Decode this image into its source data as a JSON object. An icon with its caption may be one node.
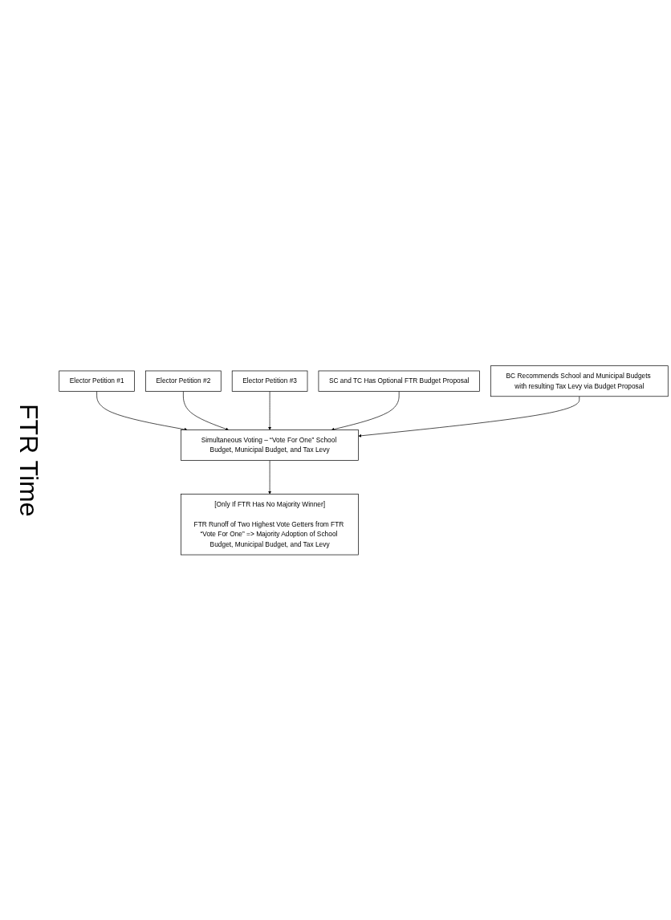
{
  "diagram": {
    "nodes": [
      {
        "text": [
          "BC Recommends School and Municipal Budgets with resulting Tax Levy via Budget Proposal"
        ]
      },
      {
        "text": [
          "SC and TC Has Optional FTR Budget Proposal"
        ]
      },
      {
        "text": [
          "Elector Petition #1"
        ]
      },
      {
        "text": [
          "Elector Petition #2"
        ]
      },
      {
        "text": [
          "Elector Petition #3"
        ]
      },
      {
        "text": [
          "Simultaneous Voting – “Vote For One” School Budget, Municipal Budget, and Tax Levy"
        ]
      },
      {
        "text": [
          "[Only If FTR Has No Majority Winner]",
          "FTR Runoff of Two Highest Vote Getters from FTR “Vote For One” => Majority Adoption of School Budget, Municipal Budget, and Tax Levy"
        ]
      }
    ],
    "edges": [
      {
        "from": 2,
        "to": 5,
        "arrow": "to"
      },
      {
        "from": 3,
        "to": 5,
        "arrow": "to"
      },
      {
        "from": 4,
        "to": 5,
        "arrow": "to"
      },
      {
        "from": 1,
        "to": 5,
        "arrow": "to"
      },
      {
        "from": 0,
        "to": 5,
        "arrow": "to"
      },
      {
        "from": 5,
        "to": 6,
        "arrow": "to"
      }
    ],
    "labels": [
      "FTR Time"
    ]
  }
}
